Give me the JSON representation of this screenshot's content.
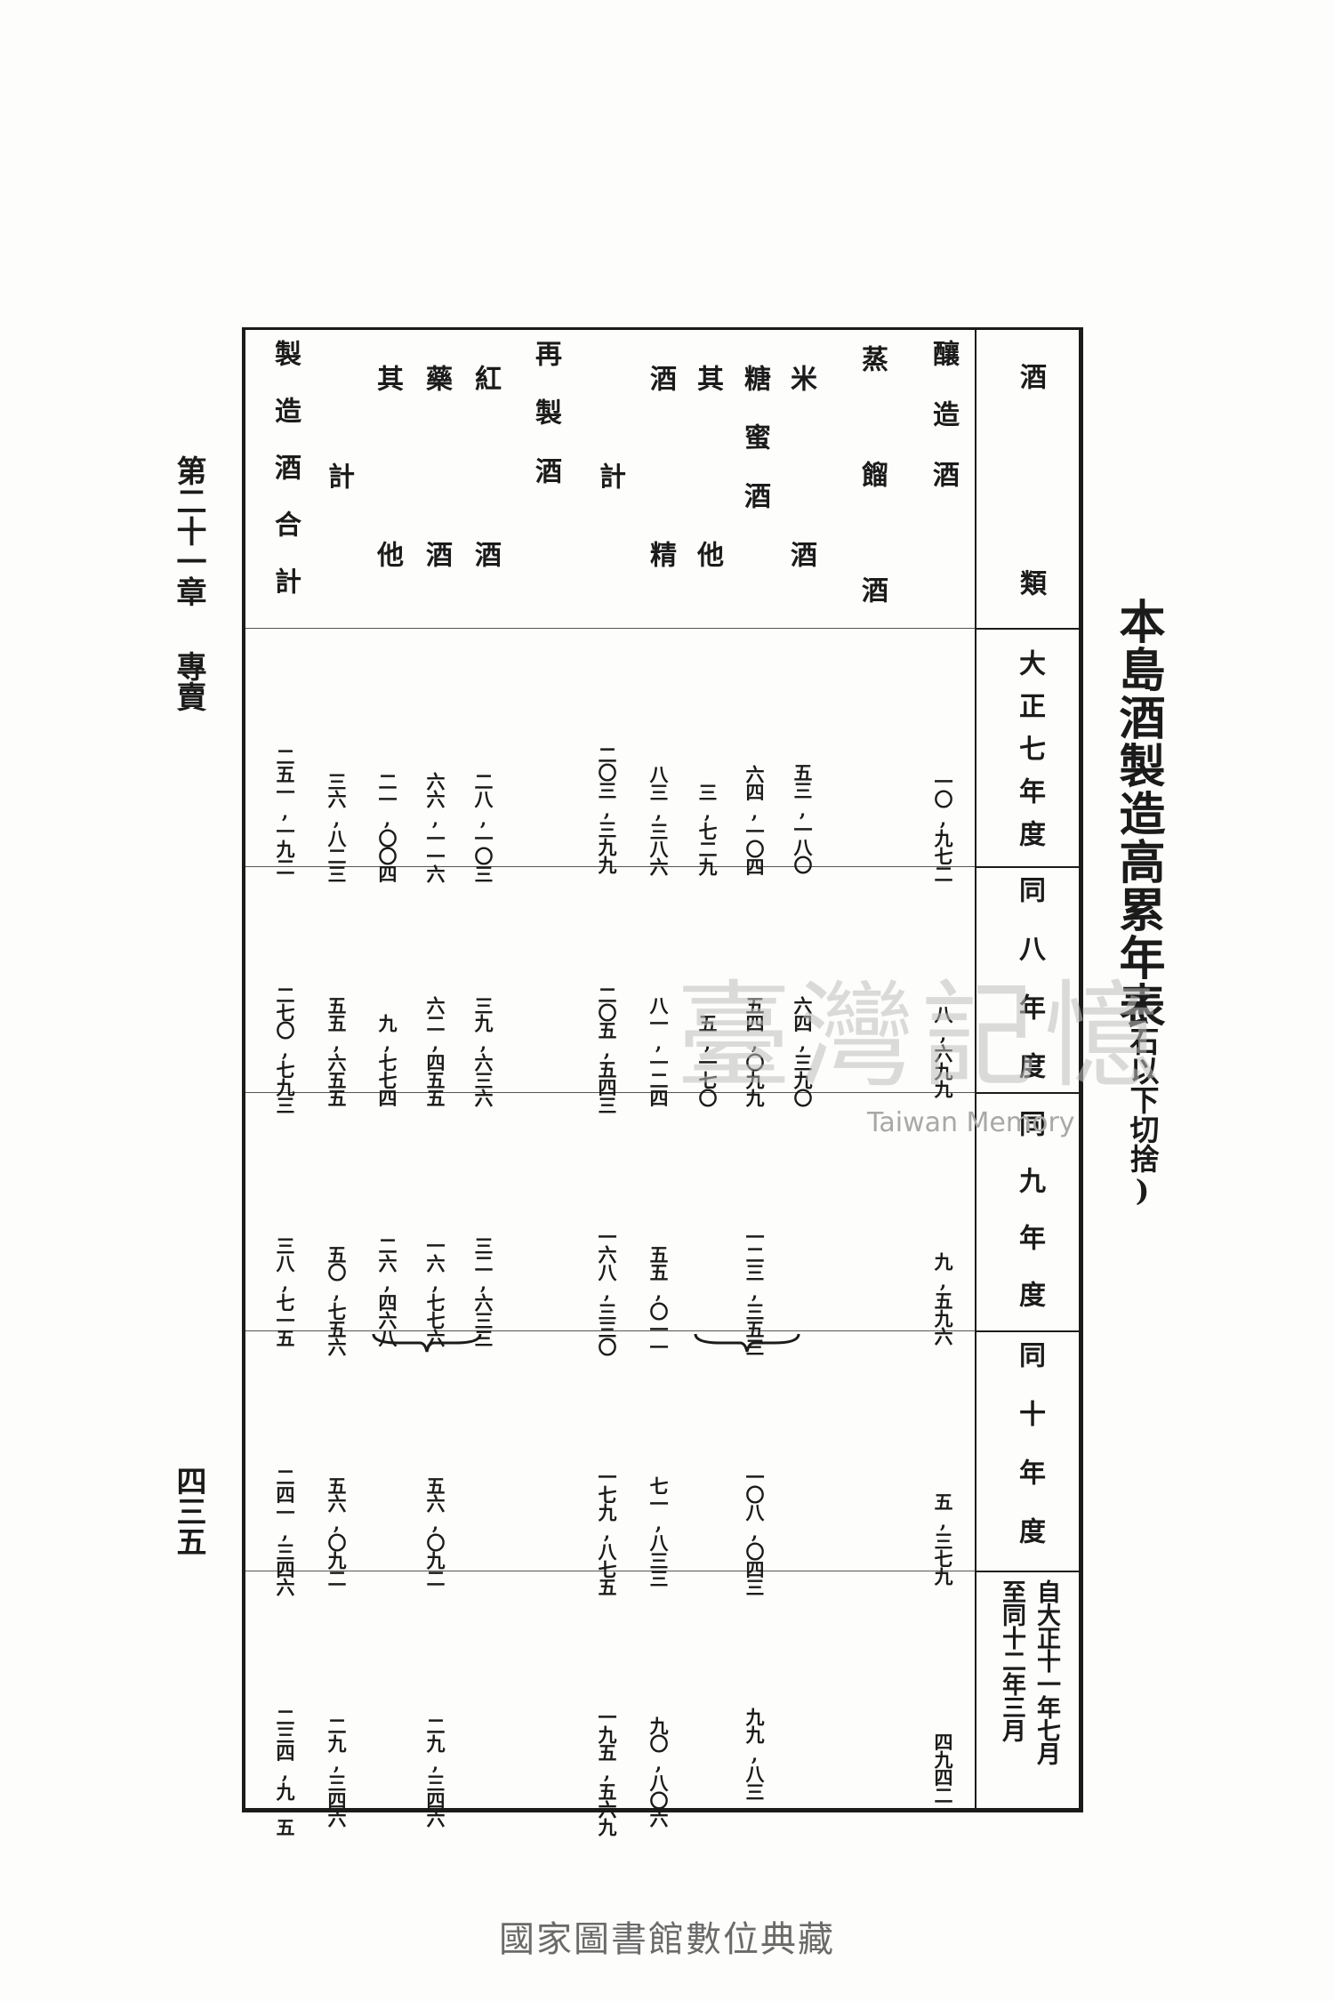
{
  "page": {
    "title": "本島酒製造高累年表",
    "subtitle": "(石以下切捨)",
    "chapter": "第二十一章",
    "chapter_sub": "專賣",
    "page_number": "四三五",
    "watermark": "臺灣記憶",
    "watermark_en": "Taiwan Memory",
    "footer": "國家圖書館數位典藏"
  },
  "table": {
    "header_label": "酒類",
    "years": [
      "大正七年度",
      "同八年度",
      "同九年度",
      "同十年度",
      "自大正十一年七月至同十二年三月"
    ],
    "year5_line1": "自大正十一年七月",
    "year5_line2": "至同十二年三月",
    "categories": {
      "c0": "釀造酒",
      "c1": "蒸餾酒",
      "c2": "米酒",
      "c3": "糖蜜酒",
      "c4": "其他",
      "c5": "酒精",
      "c6": "計",
      "c7": "再製酒",
      "c8": "紅酒",
      "c9": "藥酒",
      "c10": "其他",
      "c11": "計",
      "c12": "製造酒合計"
    },
    "values": {
      "y1": {
        "c0": "一〇,九七二",
        "c2": "五三,一八〇",
        "c3": "六四,一〇四",
        "c4": "三,七二九",
        "c5": "八三,三八六",
        "c6": "二〇三,三九九",
        "c8": "二八,一〇三",
        "c9": "六六,一一六",
        "c10": "二一,〇〇四",
        "c11": "三六,八二三",
        "c12": "二五一,一九二"
      },
      "y2": {
        "c0": "八,六九九",
        "c2": "六四,三九〇",
        "c3": "五四,〇九九",
        "c4": "五,一七〇",
        "c5": "八一,一二四",
        "c6": "二〇五,五四三",
        "c8": "三九,六三六",
        "c9": "六二,四五五",
        "c10": "九,七七四",
        "c11": "五五,六五五",
        "c12": "二七〇,七九三"
      },
      "y3": {
        "c0": "九,五九六",
        "c3": "一二三,三五三",
        "c5": "五五,〇一一",
        "c6": "一六八,三三〇",
        "c8": "三二,六三三",
        "c9": "一六,七七六",
        "c10": "二六,四六八",
        "c11": "五〇,七五六",
        "c12": "三八,七一五"
      },
      "y4": {
        "c0": "五,三七九",
        "c3": "一〇八,〇四三",
        "c5": "七一,八三三",
        "c6": "一七九,八七五",
        "c9": "五六,〇九二",
        "c11": "五六,〇九二",
        "c12": "二四一,三四六"
      },
      "y5": {
        "c0": "四九四二",
        "c3": "九九,八三一",
        "c5": "九〇,八〇六",
        "c6": "一九五,五六九",
        "c9": "二九,三四六",
        "c11": "二九,三四六",
        "c12": "二三四,九一五"
      }
    }
  }
}
